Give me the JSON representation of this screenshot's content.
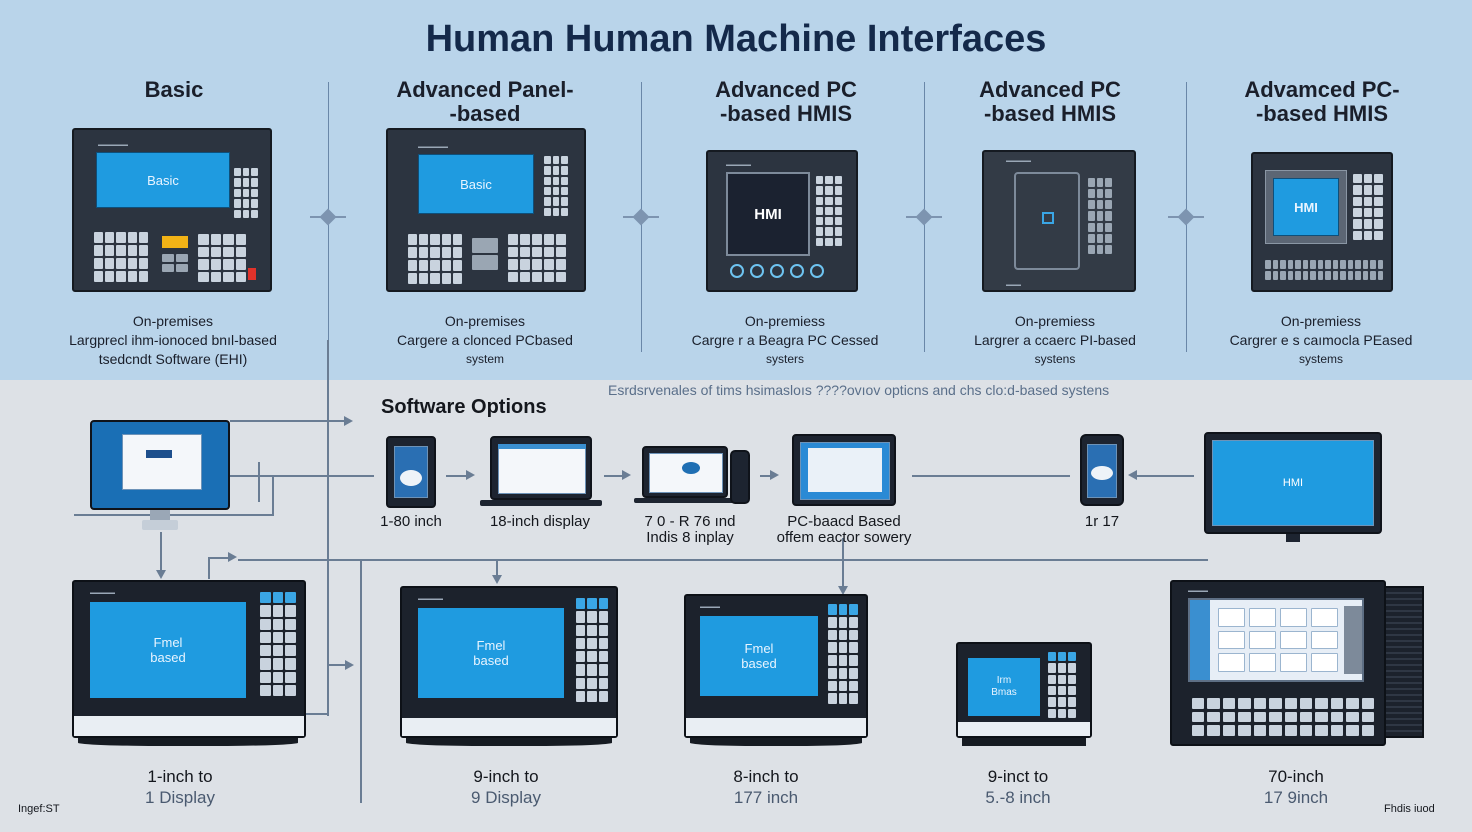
{
  "title": "Human Human Machine Interfaces",
  "columns": [
    {
      "heading": "Basic",
      "screen": "Basic",
      "desc": [
        "On-premises",
        "Largprecl ihm-ionoced bnıl-based",
        "tsedcndt Software (EHI)"
      ]
    },
    {
      "heading": "Advanced Panel-\n-based",
      "screen": "Basic",
      "desc": [
        "On-premises",
        "Cargere a clonced PCbased",
        "system"
      ]
    },
    {
      "heading": "Advanced PC\n-based HMIS",
      "screen": "HMI",
      "desc": [
        "On-premiess",
        "Cargre r a Beagra PC Cessed",
        "systers"
      ]
    },
    {
      "heading": "Advanced PC\n-based HMIS",
      "screen": "",
      "desc": [
        "On-premiess",
        "Largrer a ccaerc PI-based",
        "systens"
      ]
    },
    {
      "heading": "Advamced PC-\n-based HMIS",
      "screen": "HMI",
      "desc": [
        "On-premiess",
        "Cargrer e s caımocla PEased",
        "systems"
      ]
    }
  ],
  "software": {
    "heading": "Software Options",
    "note": "Esrdsrvenales of tims hsimasloıs  ????ovıov opticns and chs clo:d-based systens",
    "devices": [
      {
        "label": "1-80 inch"
      },
      {
        "label": "18-inch display"
      },
      {
        "label": "7 0 - R  76 ınd\nIndis 8 inplay"
      },
      {
        "label": "PC-baacd Based\noffem eactor sowery"
      },
      {
        "label": "1r 17"
      },
      {
        "label": "",
        "screen": "HMI"
      }
    ]
  },
  "bottom": [
    {
      "screen": "Fmel\nbased",
      "line1": "1-inch to",
      "line2": "1 Display"
    },
    {
      "screen": "Fmel\nbased",
      "line1": "9-inch to",
      "line2": "9 Display"
    },
    {
      "screen": "Fmel\nbased",
      "line1": "8-inch to",
      "line2": "177 inch"
    },
    {
      "screen": "Irm\nBmas",
      "line1": "9-inct to",
      "line2": "5.-8 inch"
    },
    {
      "screen": "",
      "line1": "70-inch",
      "line2": "17 9inch"
    }
  ],
  "footer": {
    "left": "Ingef:ST",
    "right": "Fhdis iuod"
  },
  "colors": {
    "top_band": "#b9d4ea",
    "bottom_band": "#dde1e6",
    "screen_blue": "#1f9be0",
    "title": "#14294a"
  }
}
